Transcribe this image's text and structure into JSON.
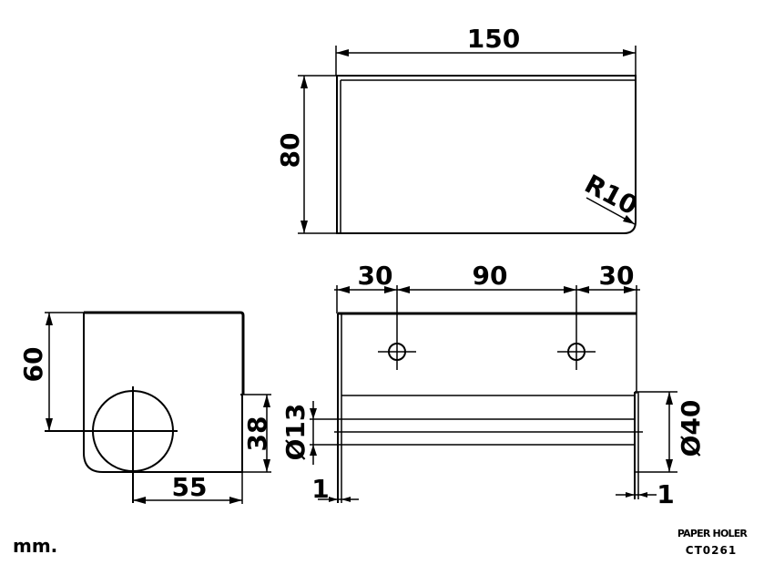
{
  "drawing": {
    "units_label": "mm.",
    "title": "PAPER HOLER",
    "code": "CT0261",
    "colors": {
      "line": "#000000",
      "background": "#ffffff"
    }
  },
  "top_view": {
    "width_dim": "150",
    "height_dim": "80",
    "corner_radius": "R10"
  },
  "side_view": {
    "height_dim": "60",
    "lower_height_dim": "38",
    "horizontal_dim": "55"
  },
  "front_view": {
    "left_offset_dim": "30",
    "hole_spacing_dim": "90",
    "right_offset_dim": "30",
    "rod_diameter_dim": "Ø13",
    "end_cap_diameter_dim": "Ø40",
    "left_thickness_dim": "1",
    "right_thickness_dim": "1"
  }
}
